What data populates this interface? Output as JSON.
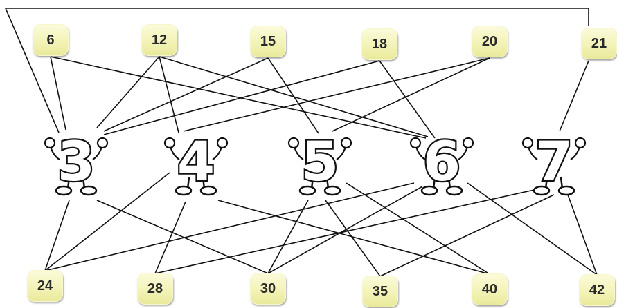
{
  "top_numbers": [
    {
      "id": "t6",
      "label": "6"
    },
    {
      "id": "t12",
      "label": "12"
    },
    {
      "id": "t15",
      "label": "15"
    },
    {
      "id": "t18",
      "label": "18"
    },
    {
      "id": "t20",
      "label": "20"
    },
    {
      "id": "t21",
      "label": "21"
    }
  ],
  "middle_digits": [
    {
      "id": "d3",
      "label": "3"
    },
    {
      "id": "d4",
      "label": "4"
    },
    {
      "id": "d5",
      "label": "5"
    },
    {
      "id": "d6",
      "label": "6"
    },
    {
      "id": "d7",
      "label": "7"
    }
  ],
  "bottom_numbers": [
    {
      "id": "b24",
      "label": "24"
    },
    {
      "id": "b28",
      "label": "28"
    },
    {
      "id": "b30",
      "label": "30"
    },
    {
      "id": "b35",
      "label": "35"
    },
    {
      "id": "b40",
      "label": "40"
    },
    {
      "id": "b42",
      "label": "42"
    }
  ],
  "connections": [
    [
      "t6",
      "d3"
    ],
    [
      "t6",
      "d6"
    ],
    [
      "t12",
      "d3"
    ],
    [
      "t12",
      "d4"
    ],
    [
      "t12",
      "d6"
    ],
    [
      "t15",
      "d3"
    ],
    [
      "t15",
      "d5"
    ],
    [
      "t18",
      "d3"
    ],
    [
      "t18",
      "d6"
    ],
    [
      "t20",
      "d4"
    ],
    [
      "t20",
      "d5"
    ],
    [
      "t21",
      "d3"
    ],
    [
      "t21",
      "d7"
    ],
    [
      "b24",
      "d3"
    ],
    [
      "b24",
      "d4"
    ],
    [
      "b24",
      "d6"
    ],
    [
      "b28",
      "d4"
    ],
    [
      "b28",
      "d7"
    ],
    [
      "b30",
      "d3"
    ],
    [
      "b30",
      "d5"
    ],
    [
      "b30",
      "d6"
    ],
    [
      "b35",
      "d5"
    ],
    [
      "b35",
      "d7"
    ],
    [
      "b40",
      "d4"
    ],
    [
      "b40",
      "d5"
    ],
    [
      "b42",
      "d6"
    ],
    [
      "b42",
      "d7"
    ]
  ],
  "colors": {
    "box_fill": "#f3f3b8",
    "line": "#111111",
    "digit_fill": "#ffffff"
  }
}
